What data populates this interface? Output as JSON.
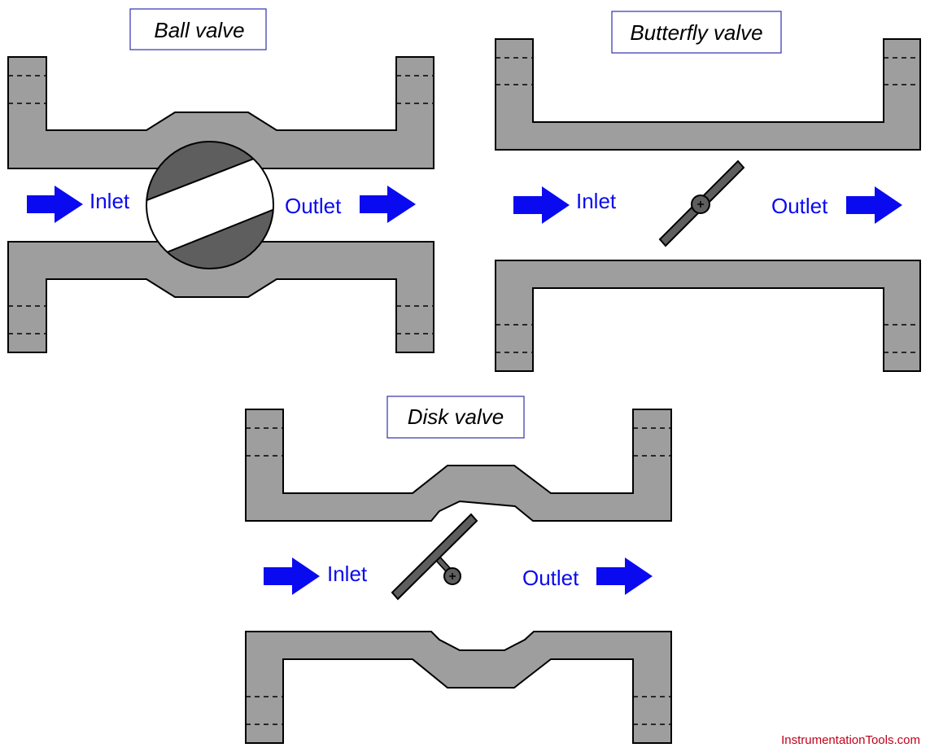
{
  "colors": {
    "pipe": "#9e9e9e",
    "disc": "#5e5e5e",
    "ball_bore": "#ffffff",
    "arrow": "#0a0af0",
    "label": "#0a0af0",
    "title_border": "#3030b0",
    "credit": "#c0001a"
  },
  "diagrams": {
    "ball": {
      "title": "Ball valve",
      "inlet_label": "Inlet",
      "outlet_label": "Outlet"
    },
    "butterfly": {
      "title": "Butterfly valve",
      "inlet_label": "Inlet",
      "outlet_label": "Outlet"
    },
    "disk": {
      "title": "Disk valve",
      "inlet_label": "Inlet",
      "outlet_label": "Outlet"
    }
  },
  "credit": "InstrumentationTools.com"
}
